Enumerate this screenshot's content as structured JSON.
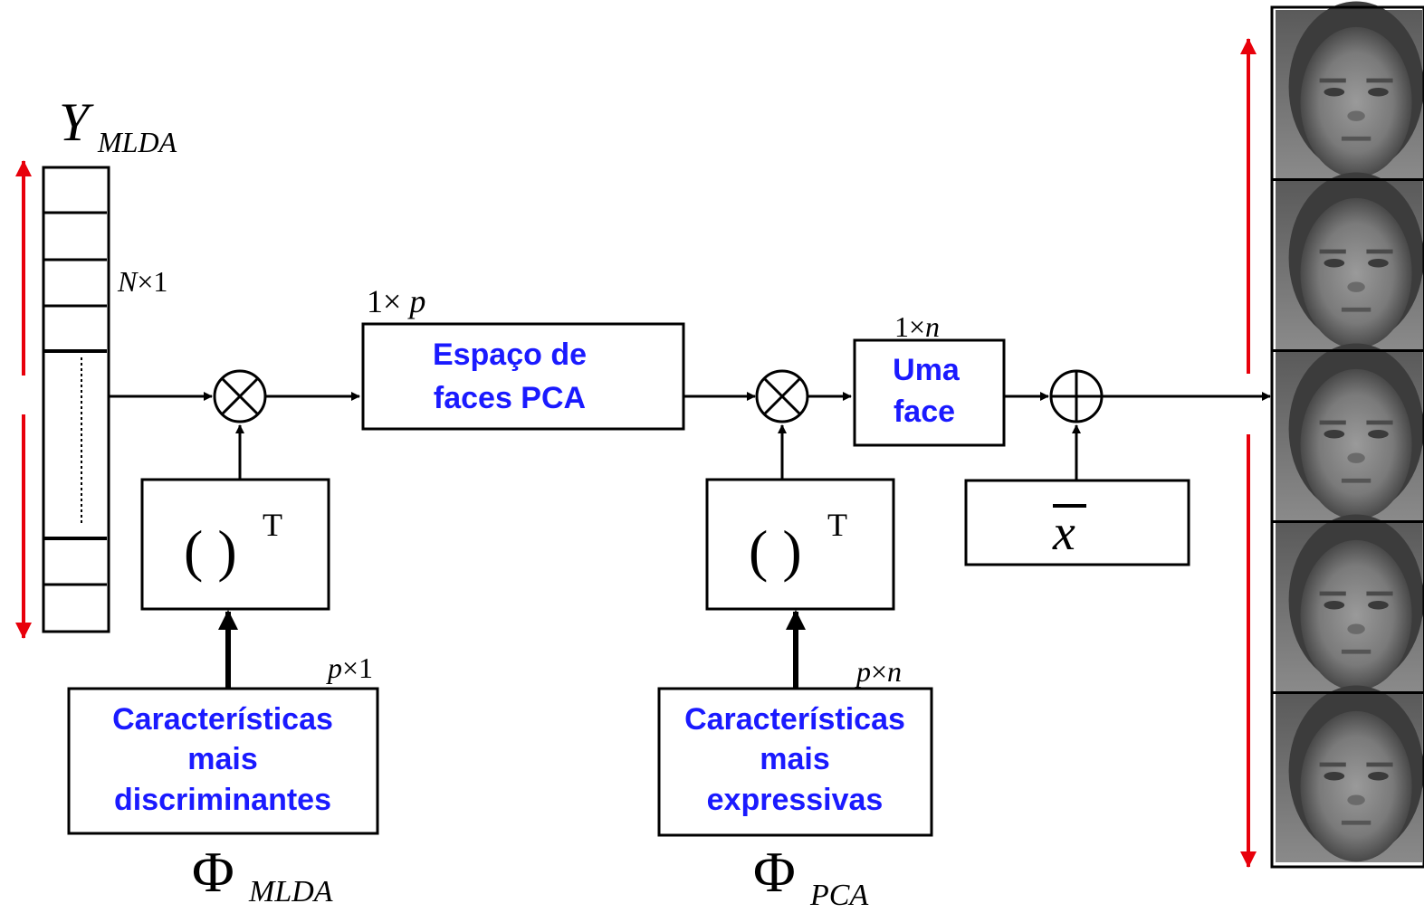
{
  "colors": {
    "accent": "#1a1aff",
    "arrow_red": "#e8000b",
    "line": "#000000"
  },
  "vector": {
    "symbol": "Y",
    "subscript": "MLDA",
    "size_label_var": "N",
    "size_label_rest": "×1"
  },
  "box_pca_space": {
    "line1": "Espaço de",
    "line2": "faces PCA",
    "size_prefix": "1× ",
    "size_var": "p"
  },
  "box_one_face": {
    "line1": "Uma",
    "line2": "face",
    "size_prefix": "1×",
    "size_var": "n"
  },
  "transpose_left": {
    "paren": "(   )",
    "sup": "T"
  },
  "transpose_right": {
    "paren": "(   )",
    "sup": "T"
  },
  "mean_box": {
    "symbol": "x"
  },
  "box_discriminant": {
    "line1": "Características",
    "line2": "mais",
    "line3": "discriminantes",
    "size_var": "p",
    "size_rest": "×1"
  },
  "box_expressive": {
    "line1": "Características",
    "line2": "mais",
    "line3": "expressivas",
    "size_var": "p",
    "size_mid": "×",
    "size_var2": "n"
  },
  "phi_left": {
    "symbol": "Φ",
    "subscript": "MLDA"
  },
  "phi_right": {
    "symbol": "Φ",
    "subscript": "PCA"
  },
  "faces": {
    "icon": "face-icon",
    "count": 5
  }
}
